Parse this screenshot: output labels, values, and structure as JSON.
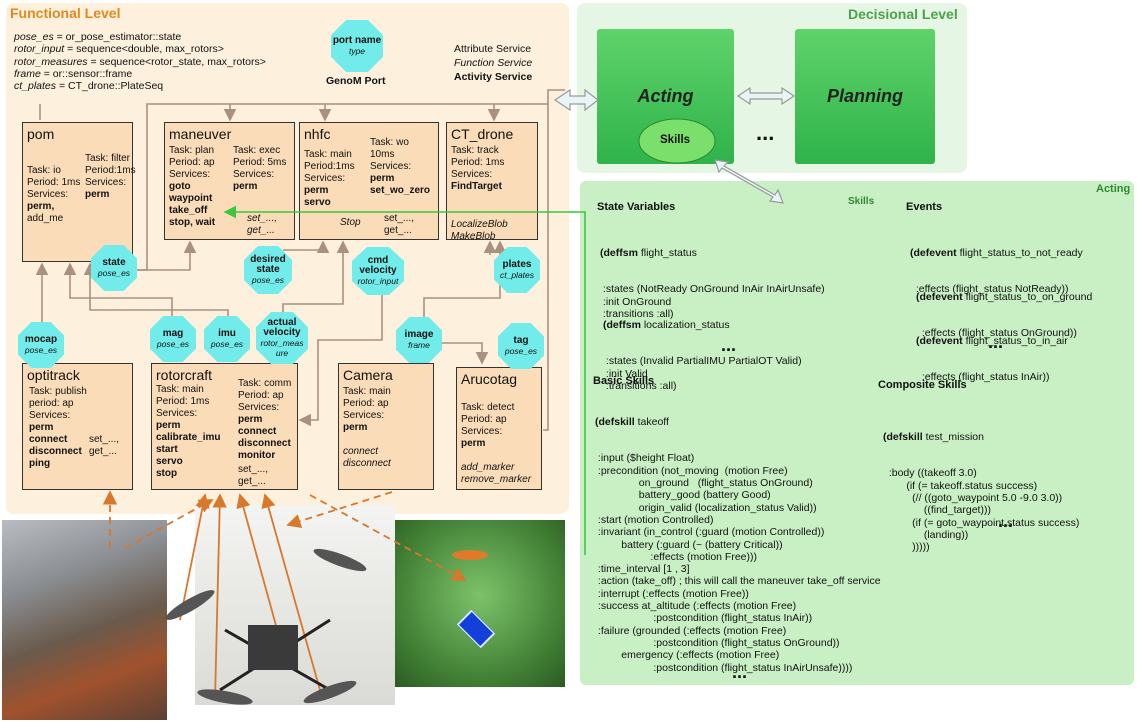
{
  "regions": {
    "functional_title": "Functional Level",
    "decisional_title": "Decisional Level",
    "acting_panel_title": "Acting",
    "acting_panel_sub": "Skills"
  },
  "types": [
    "pose_es = or_pose_estimator::state",
    "rotor_input = sequence<double, max_rotors>",
    "rotor_measures = sequence<rotor_state, max_rotors>",
    "frame = or::sensor::frame",
    "ct_plates = CT_drone::PlateSeq"
  ],
  "legend": {
    "port_name": "port name",
    "port_type": "type",
    "port_label": "GenoM Port",
    "attr": "Attribute Service",
    "func": "Function Service",
    "act": "Activity Service"
  },
  "decisional": {
    "acting": "Acting",
    "planning": "Planning",
    "skills": "Skills",
    "dots": "..."
  },
  "modules": {
    "pom": {
      "title": "pom",
      "col1": "Task: io\nPeriod: 1ms\nServices:",
      "col1b": "perm,",
      "col1c": "add_me",
      "col2": "Task: filter\nPeriod:1ms\nServices:",
      "col2b": "perm"
    },
    "maneuver": {
      "title": "maneuver",
      "col1": "Task: plan\nPeriod: ap\nServices:",
      "col1b": "goto\nwaypoint\ntake_off\nstop, wait",
      "col2": "Task: exec\nPeriod: 5ms\nServices:",
      "col2b": "perm",
      "col2c": "set_...,\nget_..."
    },
    "nhfc": {
      "title": "nhfc",
      "col1": "Task: main\nPeriod:1ms\nServices:",
      "col1b": "perm\nservo",
      "col2": "Task: wo\n10ms\nServices:",
      "col2b": "perm\nset_wo_zero",
      "stop": "Stop",
      "col2c": "set_...,\nget_..."
    },
    "ct_drone": {
      "title": "CT_drone",
      "col1": "Task: track\nPeriod: 1ms\nServices:",
      "col1b": "FindTarget",
      "col1c": "LocalizeBlob\nMakeBlob"
    },
    "optitrack": {
      "title": "optitrack",
      "col1": "Task: publish\nperiod: ap\nServices:",
      "col1b": "perm\nconnect\ndisconnect\nping",
      "col2c": "set_...,\nget_..."
    },
    "rotorcraft": {
      "title": "rotorcraft",
      "col1": "Task: main\nPeriod: 1ms\nServices:",
      "col1b": "perm\ncalibrate_imu\nstart\nservo\nstop",
      "col2": "Task: comm\nPeriod: ap\nServices:",
      "col2b": "perm\nconnect\ndisconnect\nmonitor",
      "col2c": "set_...,\nget_..."
    },
    "camera": {
      "title": "Camera",
      "col1": "Task: main\nPeriod: ap\nServices:",
      "col1b": "perm",
      "col1c": "connect\ndisconnect"
    },
    "arucotag": {
      "title": "Arucotag",
      "col1": "Task: detect\nPeriod: ap\nServices:",
      "col1b": "perm",
      "col1c": "add_marker\nremove_marker"
    }
  },
  "ports": {
    "state": {
      "name": "state",
      "type": "pose_es"
    },
    "desired": {
      "name": "desired\nstate",
      "type": "pose_es"
    },
    "cmd": {
      "name": "cmd\nvelocity",
      "type": "rotor_input"
    },
    "plates": {
      "name": "plates",
      "type": "ct_plates"
    },
    "mocap": {
      "name": "mocap",
      "type": "pose_es"
    },
    "mag": {
      "name": "mag",
      "type": "pose_es"
    },
    "imu": {
      "name": "imu",
      "type": "pose_es"
    },
    "actual": {
      "name": "actual\nvelocity",
      "type": "rotor_meas\nure"
    },
    "image": {
      "name": "image",
      "type": "frame"
    },
    "tag": {
      "name": "tag",
      "type": "pose_es"
    }
  },
  "acting": {
    "state_vars_title": "State Variables",
    "fsm1": " :states (NotReady OnGround InAir InAirUnsafe)\n :init OnGround\n :transitions :all)",
    "fsm1_head_kw": "(deffsm",
    "fsm1_head": " flight_status",
    "fsm2_head_kw": "(deffsm",
    "fsm2_head": " localization_status",
    "fsm2": " :states (Invalid PartialIMU PartialOT Valid)\n :init Valid\n :transitions :all)",
    "events_title": "Events",
    "ev1_kw": "(defevent",
    "ev1": " flight_status_to_not_ready",
    "ev1b": "  :effects (flight_status NotReady))",
    "ev2_kw": "(defevent",
    "ev2": " flight_status_to_on_ground",
    "ev2b": "  :effects (flight_status OnGround))",
    "ev3_kw": "(defevent",
    "ev3": " flight_status_to_in_air",
    "ev3b": "  :effects (flight_status InAir))",
    "basic_title": "Basic Skills",
    "basic_kw": "(defskill",
    "basic_head": " takeoff",
    "basic_body": " :input ($height Float)\n :precondition (not_moving  (motion Free)\n               on_ground   (flight_status OnGround)\n               battery_good (battery Good)\n               origin_valid (localization_status Valid))\n :start (motion Controlled)\n :invariant (in_control (:guard (motion Controlled))\n         battery (:guard (~ (battery Critical))\n                   :effects (motion Free)))\n :time_interval [1 , 3]\n :action (take_off) ; this will call the maneuver take_off service\n :interrupt (:effects (motion Free))\n :success at_altitude (:effects (motion Free)\n                    :postcondition (flight_status InAir))\n :failure (grounded (:effects (motion Free)\n                    :postcondition (flight_status OnGround))\n         emergency (:effects (motion Free)\n                    :postcondition (flight_status InAirUnsafe))))",
    "comp_title": "Composite Skills",
    "comp_kw": "(defskill",
    "comp_head": " test_mission",
    "comp_body": "  :body ((takeoff 3.0)\n        (if (= takeoff.status success)\n          (// ((goto_waypoint 5.0 -9.0 3.0))\n              ((find_target)))\n          (if (= goto_waypoint.status success)\n              (landing))\n          )))))",
    "dots": "..."
  },
  "colors": {
    "functional_bg": "#fdf0dc",
    "decisional_bg": "#e6f6e4",
    "acting_bg": "#c9f0c4",
    "module_fill": "#fbdcb8",
    "port_fill": "#72ecea",
    "green_title": "#4aa24a",
    "orange_title": "#e08a1e"
  }
}
